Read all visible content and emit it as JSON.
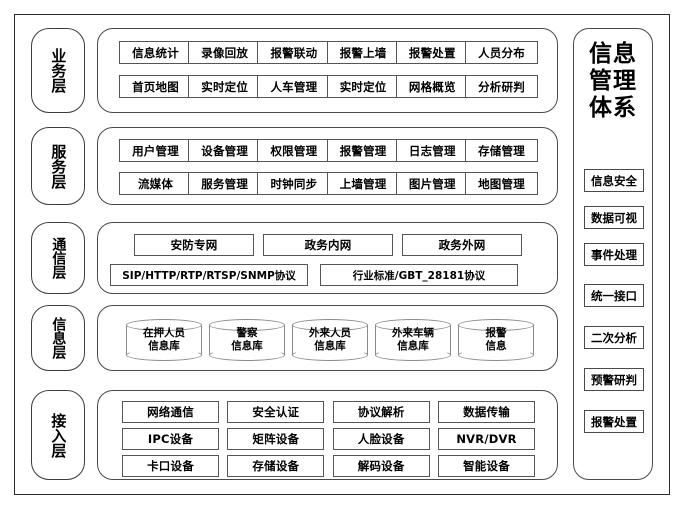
{
  "diagram": {
    "title": "信息管理体系",
    "title_lines": [
      "信息",
      "管理",
      "体系"
    ]
  },
  "layers": [
    {
      "id": "business",
      "label": "业务层",
      "rows": [
        [
          "信息统计",
          "录像回放",
          "报警联动",
          "报警上墙",
          "报警处置",
          "人员分布"
        ],
        [
          "首页地图",
          "实时定位",
          "人车管理",
          "实时定位",
          "网格概览",
          "分析研判"
        ]
      ]
    },
    {
      "id": "service",
      "label": "服务层",
      "rows": [
        [
          "用户管理",
          "设备管理",
          "权限管理",
          "报警管理",
          "日志管理",
          "存储管理"
        ],
        [
          "流媒体",
          "服务管理",
          "时钟同步",
          "上墙管理",
          "图片管理",
          "地图管理"
        ]
      ]
    },
    {
      "id": "communication",
      "label": "通信层",
      "networks": [
        "安防专网",
        "政务内网",
        "政务外网"
      ],
      "protocols": [
        "SIP/HTTP/RTP/RTSP/SNMP协议",
        "行业标准/GBT_28181协议"
      ]
    },
    {
      "id": "information",
      "label": "信息层",
      "databases": [
        {
          "line1": "在押人员",
          "line2": "信息库"
        },
        {
          "line1": "警察",
          "line2": "信息库"
        },
        {
          "line1": "外来人员",
          "line2": "信息库"
        },
        {
          "line1": "外来车辆",
          "line2": "信息库"
        },
        {
          "line1": "报警",
          "line2": "信息"
        }
      ]
    },
    {
      "id": "access",
      "label": "接入层",
      "rows": [
        [
          "网络通信",
          "安全认证",
          "协议解析",
          "数据传输"
        ],
        [
          "IPC设备",
          "矩阵设备",
          "人脸设备",
          "NVR/DVR"
        ],
        [
          "卡口设备",
          "存储设备",
          "解码设备",
          "智能设备"
        ]
      ]
    }
  ],
  "side_panel": {
    "items": [
      "信息安全",
      "数据可视",
      "事件处理",
      "统一接口",
      "二次分析",
      "预警研判",
      "报警处置"
    ]
  },
  "colors": {
    "frame": "#2b2b2b",
    "container_border": "#4a4a4a",
    "box_border": "#555555",
    "cylinder_border": "#8a8a8a",
    "text": "#000000",
    "background": "#ffffff"
  }
}
